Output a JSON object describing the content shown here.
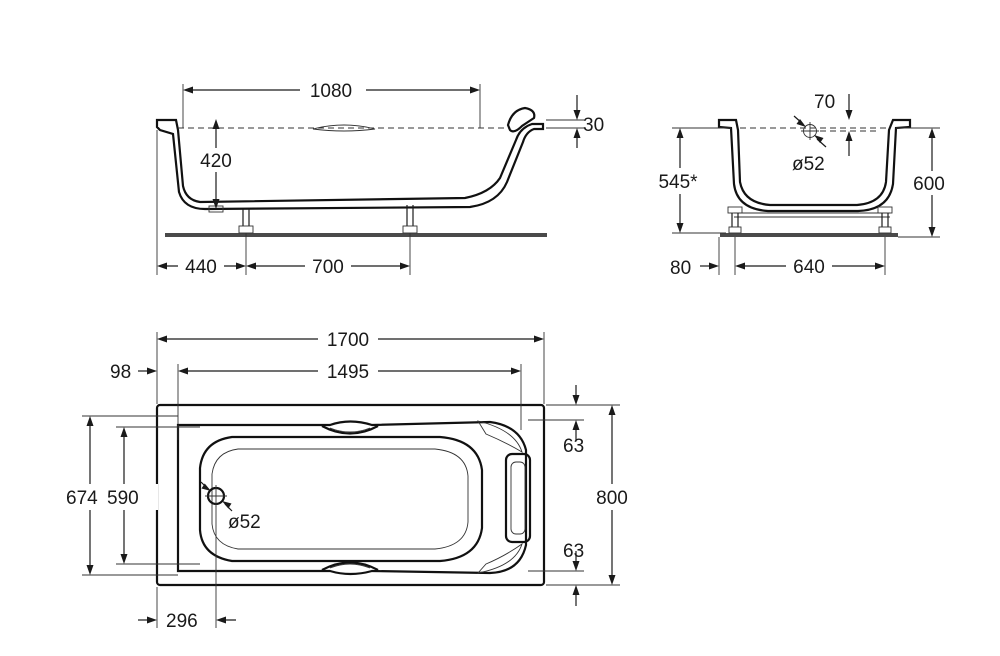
{
  "side_view": {
    "dim_length_top": "1080",
    "dim_height": "420",
    "dim_rim": "30",
    "dim_leg_offset": "440",
    "dim_leg_spacing": "700"
  },
  "end_view": {
    "dim_drain_offset": "70",
    "dim_drain_diameter": "ø52",
    "dim_inner_height": "545*",
    "dim_total_height": "600",
    "dim_leg_inset": "80",
    "dim_leg_spacing": "640"
  },
  "plan_view": {
    "dim_total_length": "1700",
    "dim_inner_length": "1495",
    "dim_end_offset": "98",
    "dim_width_outer_inner": "674",
    "dim_width_inner": "590",
    "dim_total_width": "800",
    "dim_handle_top": "63",
    "dim_handle_bottom": "63",
    "dim_drain_diameter": "ø52",
    "dim_drain_offset": "296"
  }
}
